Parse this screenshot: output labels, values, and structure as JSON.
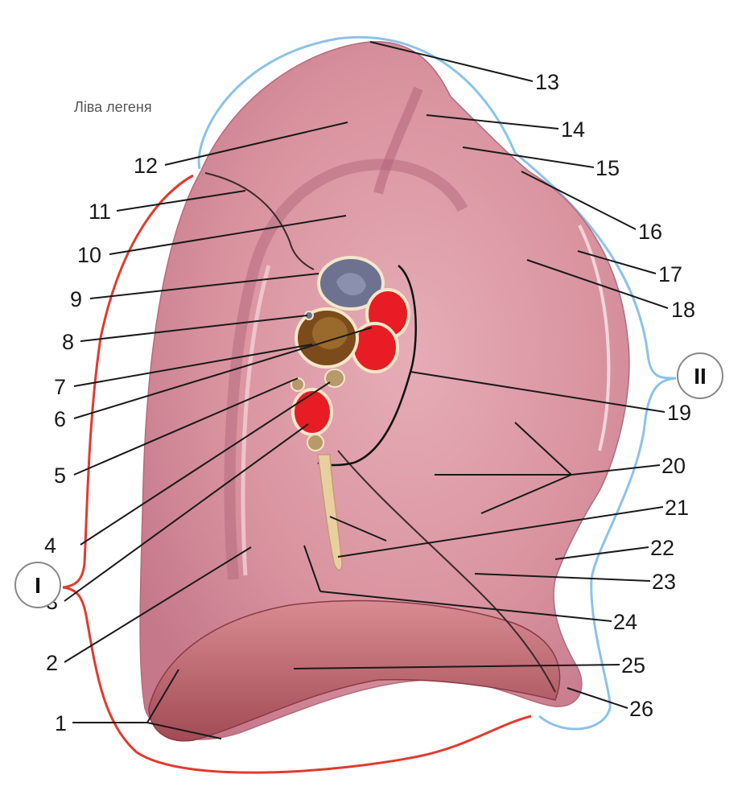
{
  "figure": {
    "title": "Ліва легеня",
    "regions": [
      {
        "id": "I",
        "label": "I"
      },
      {
        "id": "II",
        "label": "II"
      }
    ],
    "labels": [
      "1",
      "2",
      "3",
      "4",
      "5",
      "6",
      "7",
      "8",
      "9",
      "10",
      "11",
      "12",
      "13",
      "14",
      "15",
      "16",
      "17",
      "18",
      "19",
      "20",
      "21",
      "22",
      "23",
      "24",
      "25",
      "26"
    ],
    "colors": {
      "lung_base": "#d9939f",
      "lung_light": "#ecbcc4",
      "lung_dark": "#b8677a",
      "diaphragm": "#b35a62",
      "bronchus": "#6d7290",
      "artery": "#c63b3b",
      "vein": "#e81c25",
      "lymph": "#7b4b1c",
      "red_brace": "#e23a2e",
      "blue_brace": "#8cc3e6"
    }
  }
}
